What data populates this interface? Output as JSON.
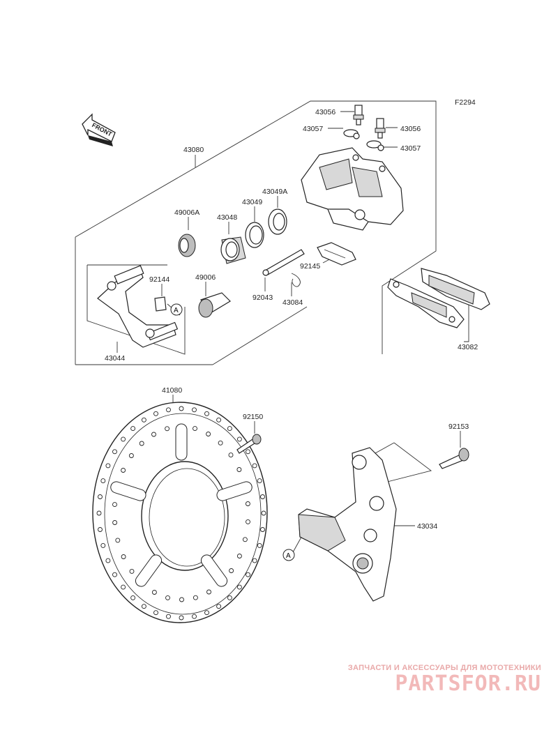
{
  "figure_code": "F2294",
  "front_label": "FRONT",
  "parts": {
    "p43056a": "43056",
    "p43056b": "43056",
    "p43057a": "43057",
    "p43057b": "43057",
    "p43080": "43080",
    "p43049A": "43049A",
    "p43049": "43049",
    "p43048": "43048",
    "p49006A": "49006A",
    "p92145": "92145",
    "p92144": "92144",
    "p49006": "49006",
    "p92043": "92043",
    "p43084": "43084",
    "p43044": "43044",
    "p43082": "43082",
    "p41080": "41080",
    "p92150": "92150",
    "p92153": "92153",
    "p43034": "43034"
  },
  "callout_a": "A",
  "watermark": {
    "tagline": "ЗАПЧАСТИ И АКСЕССУАРЫ ДЛЯ МОТОТЕХНИКИ",
    "logo": "PARTSFOR.RU"
  }
}
